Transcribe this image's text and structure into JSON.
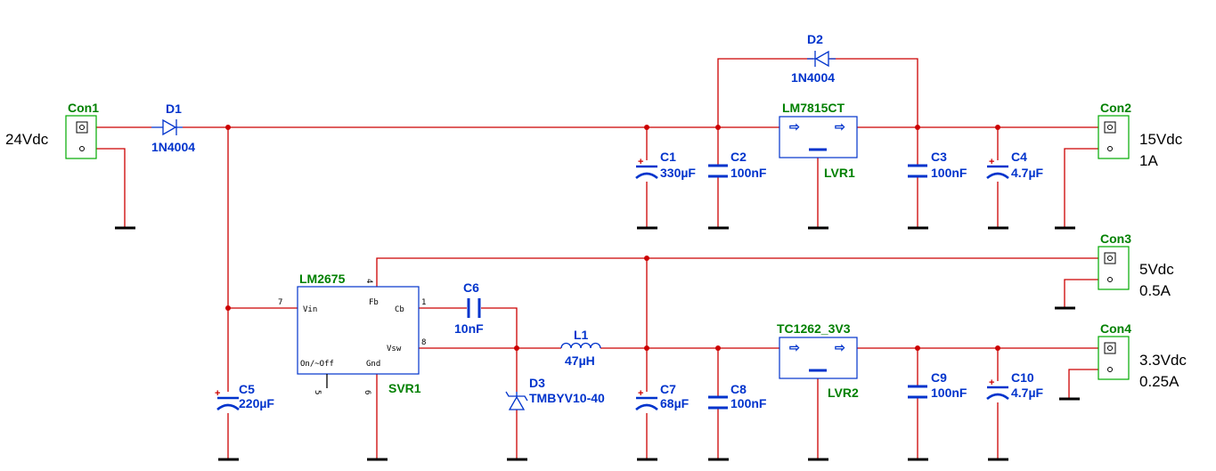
{
  "connectors": [
    {
      "ref": "Con1",
      "text1": "24Vdc",
      "text2": ""
    },
    {
      "ref": "Con2",
      "text1": "15Vdc",
      "text2": "1A"
    },
    {
      "ref": "Con3",
      "text1": "5Vdc",
      "text2": "0.5A"
    },
    {
      "ref": "Con4",
      "text1": "3.3Vdc",
      "text2": "0.25A"
    }
  ],
  "diodes": [
    {
      "ref": "D1",
      "value": "1N4004"
    },
    {
      "ref": "D2",
      "value": "1N4004"
    },
    {
      "ref": "D3",
      "value": "TMBYV10-40"
    }
  ],
  "capacitors": [
    {
      "ref": "C1",
      "value": "330µF"
    },
    {
      "ref": "C2",
      "value": "100nF"
    },
    {
      "ref": "C3",
      "value": "100nF"
    },
    {
      "ref": "C4",
      "value": "4.7µF"
    },
    {
      "ref": "C5",
      "value": "220µF"
    },
    {
      "ref": "C6",
      "value": "10nF"
    },
    {
      "ref": "C7",
      "value": "68µF"
    },
    {
      "ref": "C8",
      "value": "100nF"
    },
    {
      "ref": "C9",
      "value": "100nF"
    },
    {
      "ref": "C10",
      "value": "4.7µF"
    }
  ],
  "inductor": {
    "ref": "L1",
    "value": "47µH"
  },
  "regulators": [
    {
      "ref": "LVR1",
      "part": "LM7815CT"
    },
    {
      "ref": "LVR2",
      "part": "TC1262_3V3"
    }
  ],
  "switcher": {
    "ref": "SVR1",
    "part": "LM2675",
    "pins": {
      "vin": "Vin",
      "fb": "Fb",
      "cb": "Cb",
      "vsw": "Vsw",
      "onoff": "On/~Off",
      "gnd": "Gnd"
    },
    "pin_numbers": {
      "vin": "7",
      "fb": "4",
      "cb": "1",
      "vsw": "8",
      "onoff": "5",
      "gnd": "6"
    }
  },
  "polarity_mark": "+",
  "colors": {
    "wire": "#cc0000",
    "component": "#0033cc",
    "reference": "#008000",
    "ground": "#000000"
  }
}
